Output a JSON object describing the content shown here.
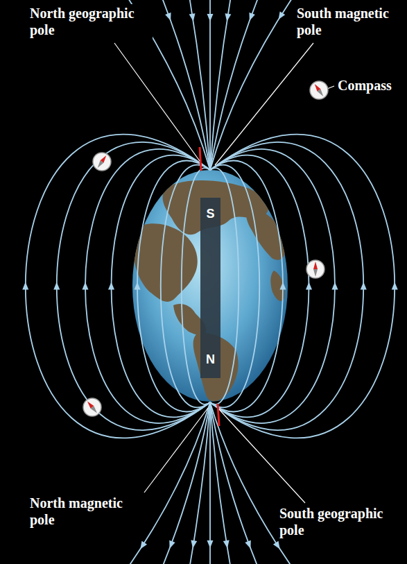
{
  "diagram": {
    "labels": [
      "North geographic pole",
      "South magnetic pole",
      "Compass",
      "S",
      "N",
      "North magnetic pole",
      "South geographic pole"
    ]
  }
}
